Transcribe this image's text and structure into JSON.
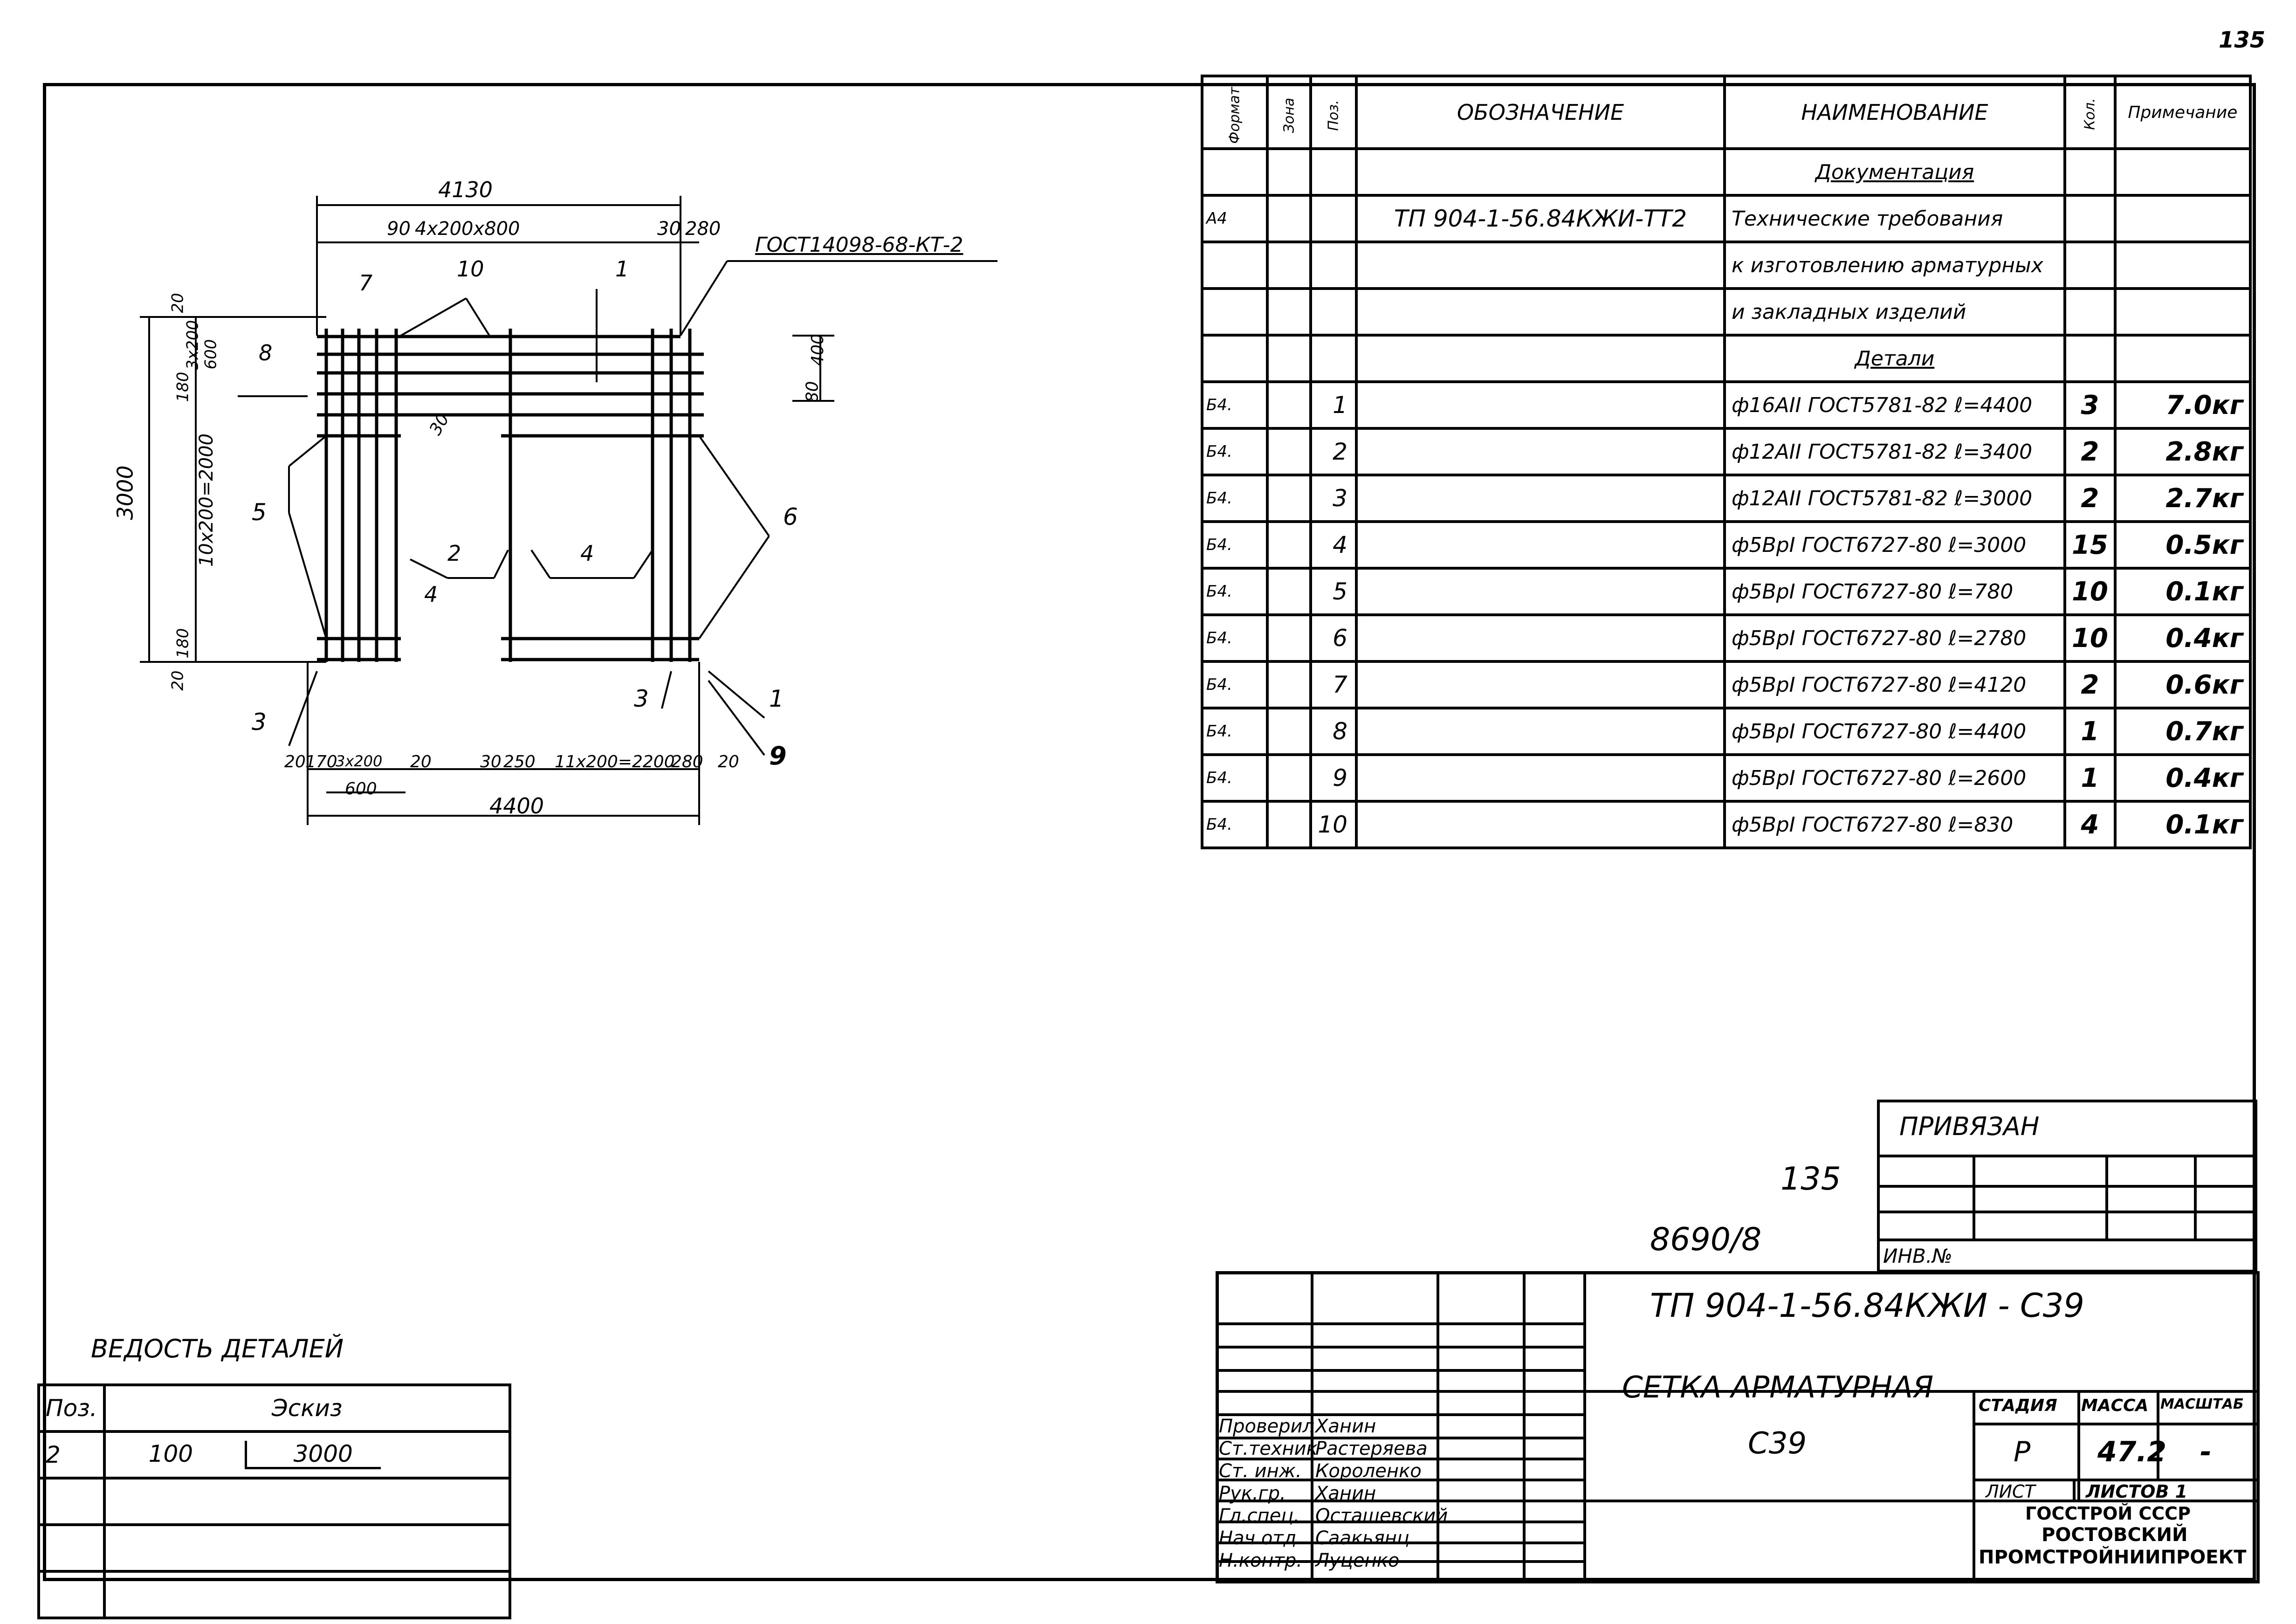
{
  "page_number": "135",
  "sketch": {
    "top_total": "4130",
    "top_left_90": "90",
    "top_mid": "4x200x800",
    "top_30": "30",
    "top_280": "280",
    "gost_label": "ГОСТ14098-68-КТ-2",
    "right_400": "400",
    "right_80": "80",
    "left_3000": "3000",
    "left_20_top": "20",
    "left_3x200": "3x200",
    "left_600": "600",
    "left_180_top": "180",
    "left_10x200": "10x200=2000",
    "left_180_bot": "180",
    "left_20_bot": "20",
    "bot_20": "20",
    "bot_170": "170",
    "bot_3x200": "3x200",
    "bot_20b": "20",
    "bot_600": "600",
    "bot_30": "30",
    "bot_250": "250",
    "bot_11x200": "11x200=2200",
    "bot_280": "280",
    "bot_20c": "20",
    "bot_total": "4400",
    "angle_30": "30",
    "pos_labels": [
      "7",
      "10",
      "1",
      "8",
      "5",
      "6",
      "2",
      "4",
      "4",
      "3",
      "3",
      "1",
      "9"
    ]
  },
  "spec_table": {
    "headers": {
      "format": "Формат",
      "zone": "Зона",
      "pos": "Поз.",
      "designation": "ОБОЗНАЧЕНИЕ",
      "name": "НАИМЕНОВАНИЕ",
      "qty": "Кол.",
      "note": "Примечание"
    },
    "rows": [
      {
        "format": "",
        "pos": "",
        "designation": "",
        "name": "Документация",
        "qty": "",
        "note": "",
        "section": true
      },
      {
        "format": "А4",
        "pos": "",
        "designation": "ТП 904-1-56.84КЖИ-ТТ2",
        "name": "Технические требования",
        "qty": "",
        "note": ""
      },
      {
        "format": "",
        "pos": "",
        "designation": "",
        "name": "к изготовлению арматурных",
        "qty": "",
        "note": ""
      },
      {
        "format": "",
        "pos": "",
        "designation": "",
        "name": "и закладных изделий",
        "qty": "",
        "note": ""
      },
      {
        "format": "",
        "pos": "",
        "designation": "",
        "name": "Детали",
        "qty": "",
        "note": "",
        "section": true
      },
      {
        "format": "Б4.",
        "pos": "1",
        "designation": "",
        "name": "ф16AII ГОСТ5781-82 ℓ=4400",
        "qty": "3",
        "note": "7.0кг"
      },
      {
        "format": "Б4.",
        "pos": "2",
        "designation": "",
        "name": "ф12AII ГОСТ5781-82 ℓ=3400",
        "qty": "2",
        "note": "2.8кг"
      },
      {
        "format": "Б4.",
        "pos": "3",
        "designation": "",
        "name": "ф12AII ГОСТ5781-82 ℓ=3000",
        "qty": "2",
        "note": "2.7кг"
      },
      {
        "format": "Б4.",
        "pos": "4",
        "designation": "",
        "name": "ф5BрI ГОСТ6727-80 ℓ=3000",
        "qty": "15",
        "note": "0.5кг"
      },
      {
        "format": "Б4.",
        "pos": "5",
        "designation": "",
        "name": "ф5BрI ГОСТ6727-80 ℓ=780",
        "qty": "10",
        "note": "0.1кг"
      },
      {
        "format": "Б4.",
        "pos": "6",
        "designation": "",
        "name": "ф5BрI ГОСТ6727-80 ℓ=2780",
        "qty": "10",
        "note": "0.4кг"
      },
      {
        "format": "Б4.",
        "pos": "7",
        "designation": "",
        "name": "ф5BрI ГОСТ6727-80 ℓ=4120",
        "qty": "2",
        "note": "0.6кг"
      },
      {
        "format": "Б4.",
        "pos": "8",
        "designation": "",
        "name": "ф5BрI ГОСТ6727-80 ℓ=4400",
        "qty": "1",
        "note": "0.7кг"
      },
      {
        "format": "Б4.",
        "pos": "9",
        "designation": "",
        "name": "ф5BрI ГОСТ6727-80 ℓ=2600",
        "qty": "1",
        "note": "0.4кг"
      },
      {
        "format": "Б4.",
        "pos": "10",
        "designation": "",
        "name": "ф5BрI ГОСТ6727-80 ℓ=830",
        "qty": "4",
        "note": "0.1кг"
      }
    ]
  },
  "details_table": {
    "title": "ВЕДОСТЬ ДЕТАЛЕЙ",
    "col_pos": "Поз.",
    "col_sketch": "Эскиз",
    "row_pos": "2",
    "row_100": "100",
    "row_3000": "3000"
  },
  "annotations": {
    "num_135": "135",
    "num_8690": "8690/8"
  },
  "stamp": {
    "privyazan": "ПРИВЯЗАН",
    "inv_no": "ИНВ.№",
    "doc_code": "ТП 904-1-56.84КЖИ - С39",
    "title_line1": "СЕТКА АРМАТУРНАЯ",
    "title_line2": "С39",
    "stage_label": "СТАДИЯ",
    "mass_label": "МАССА",
    "scale_label": "МАСШТАБ",
    "stage": "Р",
    "mass": "47.2",
    "scale": "-",
    "sheet_label": "ЛИСТ",
    "sheets_label": "ЛИСТОВ 1",
    "org1": "ГОССТРОЙ СССР",
    "org2": "РОСТОВСКИЙ",
    "org3": "ПРОМСТРОЙНИИПРОЕКТ",
    "signers": [
      {
        "role": "Проверил",
        "name": "Ханин"
      },
      {
        "role": "Ст.техник",
        "name": "Растеряева"
      },
      {
        "role": "Ст. инж.",
        "name": "Короленко"
      },
      {
        "role": "Рук.гр.",
        "name": "Ханин"
      },
      {
        "role": "Гл.спец.",
        "name": "Осташевский"
      },
      {
        "role": "Нач.отд.",
        "name": "Саакьянц"
      },
      {
        "role": "Н.контр.",
        "name": "Луценко"
      }
    ]
  }
}
